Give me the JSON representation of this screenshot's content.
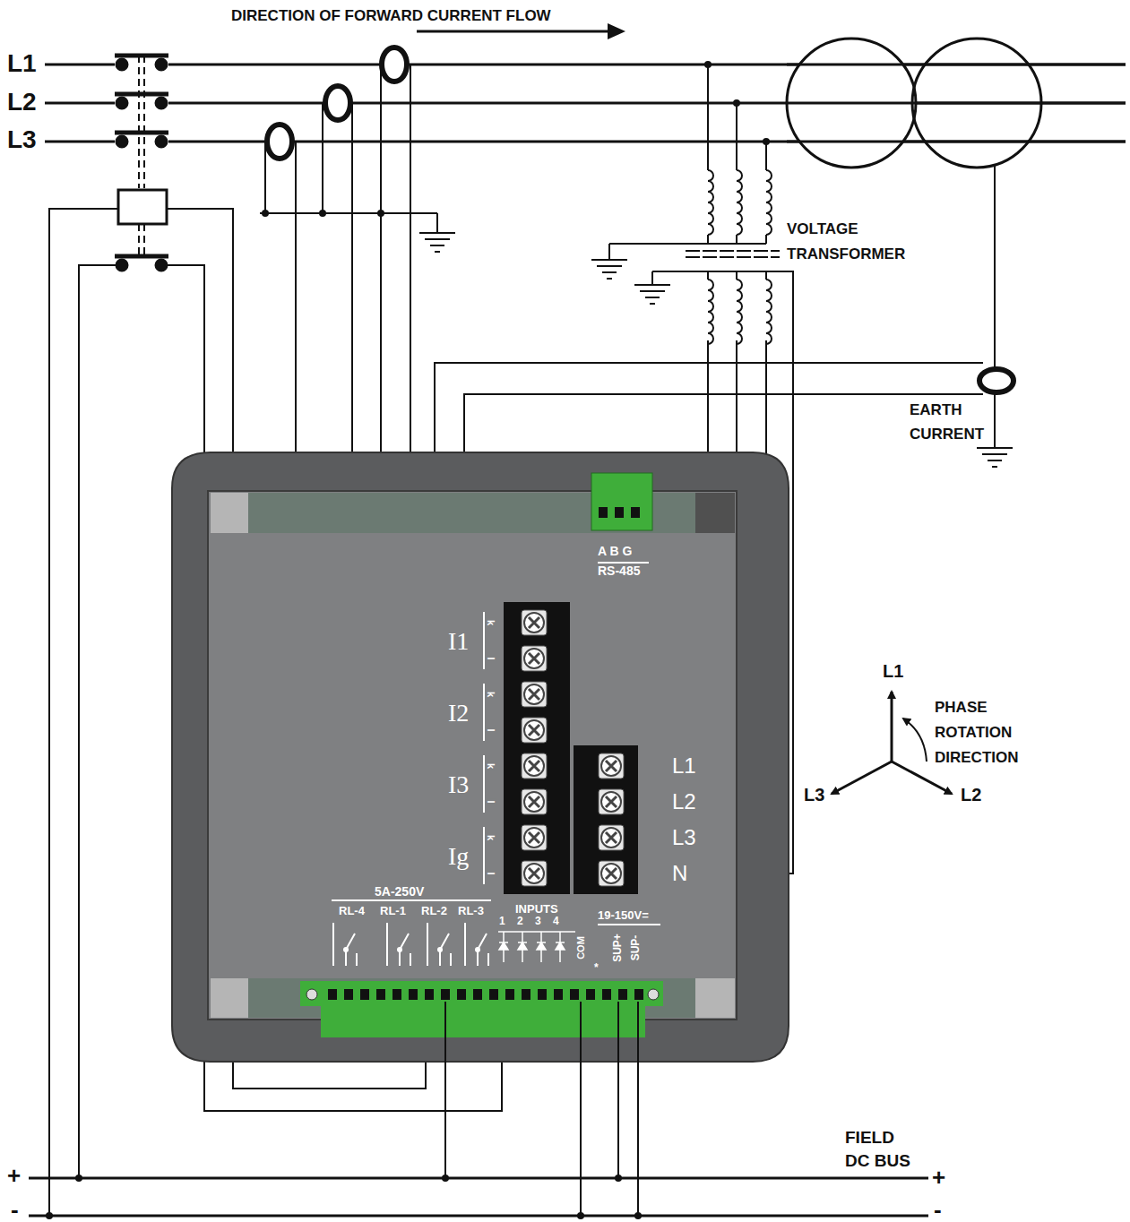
{
  "diagram": {
    "nodes": [
      {
        "text": [
          "A B G",
          "RS-485",
          "I1",
          "k",
          "l",
          "I2",
          "k",
          "l",
          "I3",
          "k",
          "l",
          "Ig",
          "k",
          "l",
          "L1",
          "L2",
          "L3",
          "N",
          "5A-250V",
          "RL-4",
          "RL-1",
          "RL-2",
          "RL-3",
          "INPUTS",
          "1 2 3 4",
          "COM",
          "*",
          "19-150V=",
          "SUP+",
          "SUP-"
        ]
      }
    ],
    "labels": [
      "DIRECTION OF FORWARD CURRENT FLOW",
      "L1",
      "L2",
      "L3",
      "VOLTAGE TRANSFORMER",
      "EARTH CURRENT",
      "L1",
      "L2",
      "L3",
      "PHASE ROTATION DIRECTION",
      "FIELD DC BUS",
      "+",
      "+",
      "-",
      "-"
    ]
  }
}
